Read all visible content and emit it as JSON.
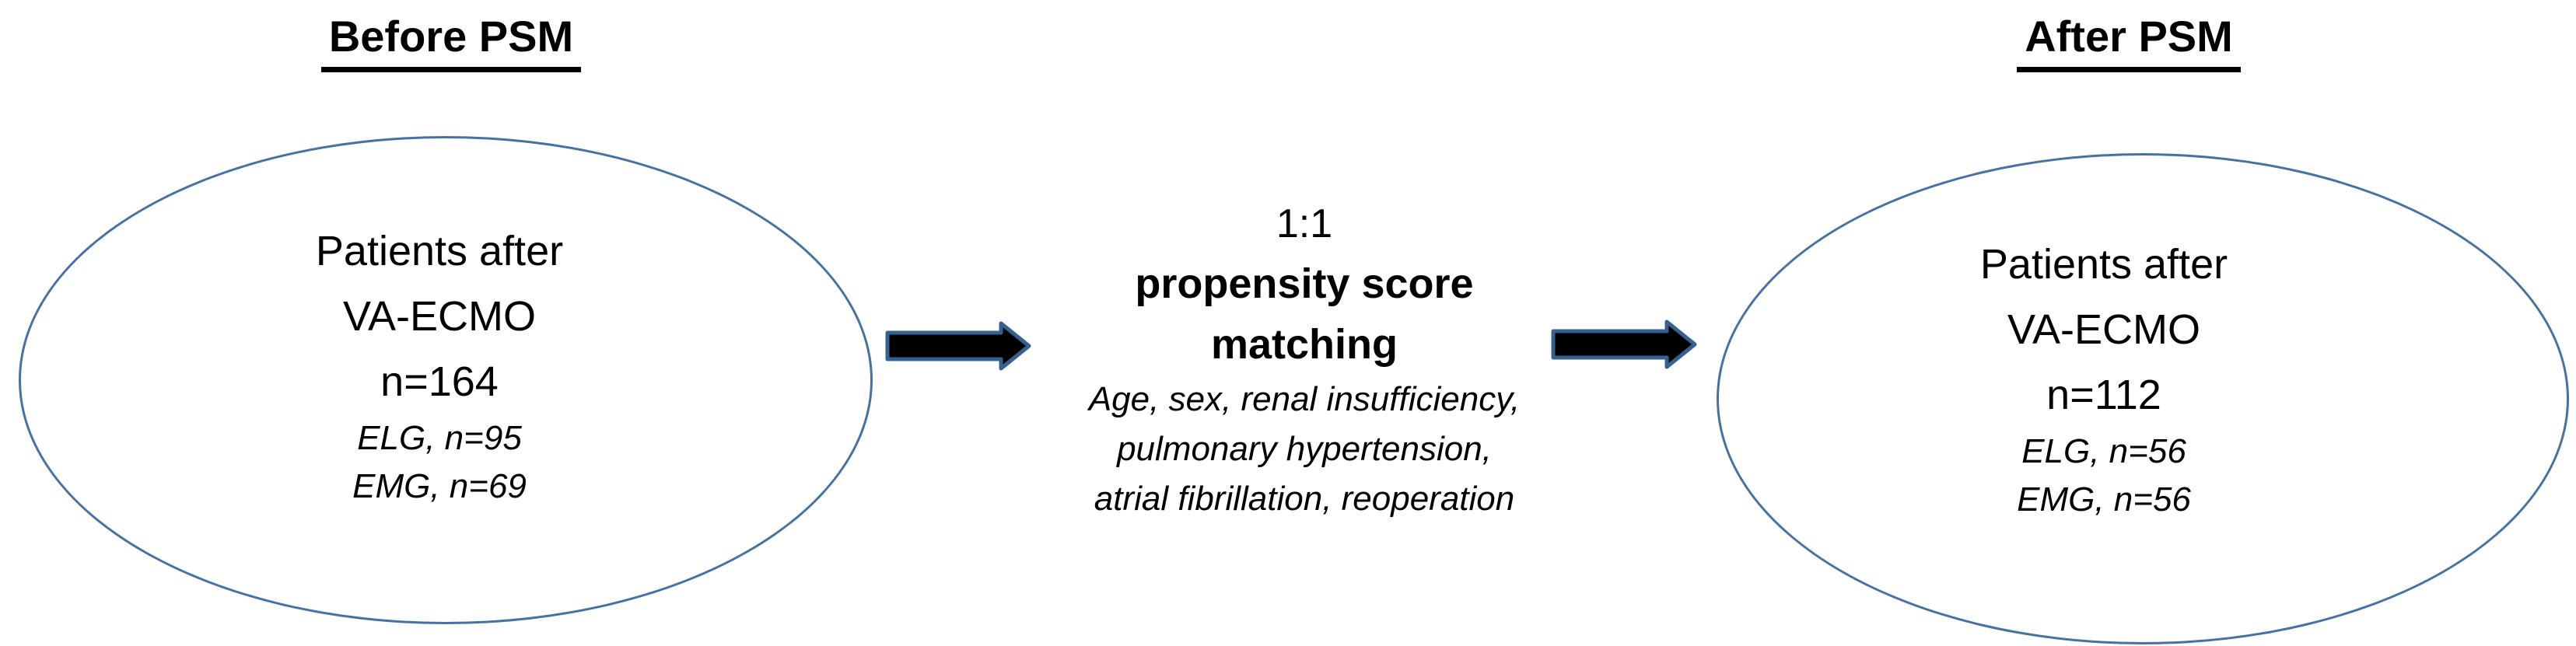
{
  "titles": {
    "before": "Before PSM",
    "after": "After PSM"
  },
  "left_ellipse": {
    "lines": [
      "Patients after",
      "VA-ECMO",
      "n=164"
    ],
    "italic_lines": [
      "ELG, n=95",
      "EMG, n=69"
    ]
  },
  "right_ellipse": {
    "lines": [
      "Patients after",
      "VA-ECMO",
      "n=112"
    ],
    "italic_lines": [
      "ELG, n=56",
      "EMG, n=56"
    ]
  },
  "center": {
    "ratio": "1:1",
    "bold_lines": [
      "propensity score",
      "matching"
    ],
    "criteria": [
      "Age, sex, renal insufficiency,",
      "pulmonary hypertension,",
      "atrial fibrillation, reoperation"
    ]
  },
  "icons": {
    "left_to_center_arrow": "right-arrow",
    "center_to_right_arrow": "right-arrow"
  },
  "colors": {
    "text": "#000000",
    "ellipse_stroke": "#4671a1",
    "arrow_fill": "#000000",
    "arrow_stroke": "#35608f",
    "background": "#ffffff"
  }
}
